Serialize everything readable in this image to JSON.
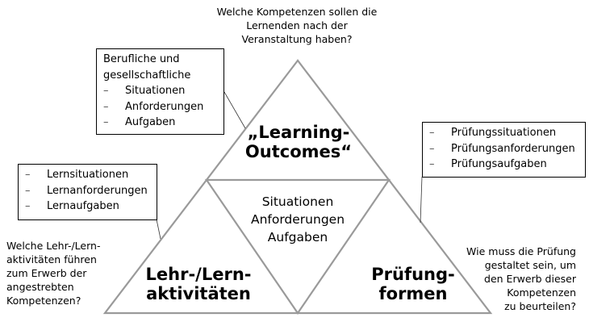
{
  "diagram": {
    "type": "triangle-model",
    "colors": {
      "triangle_stroke": "#9a9a9a",
      "box_border": "#000000",
      "connector": "#333333",
      "text": "#000000"
    },
    "top_question": {
      "lines": [
        "Welche Kompetenzen sollen die",
        "Lernenden nach der",
        "Veranstaltung haben?"
      ]
    },
    "left_question": {
      "lines": [
        "Welche Lehr-/Lern-",
        "aktivitäten führen",
        "zum Erwerb der",
        "angestrebten",
        "Kompetenzen?"
      ]
    },
    "right_question": {
      "lines": [
        "Wie muss die Prüfung",
        "gestaltet sein, um",
        "den Erwerb dieser",
        "Kompetenzen",
        "zu beurteilen?"
      ]
    },
    "box_outcomes": {
      "heading": [
        "Berufliche und",
        "gesellschaftliche"
      ],
      "bullet": "–",
      "items": [
        "Situationen",
        "Anforderungen",
        "Aufgaben"
      ]
    },
    "box_pruefung": {
      "bullet": "–",
      "items": [
        "Prüfungssituationen",
        "Prüfungsanforderungen",
        "Prüfungsaufgaben"
      ]
    },
    "box_lehr": {
      "bullet": "–",
      "items": [
        "Lernsituationen",
        "Lernanforderungen",
        "Lernaufgaben"
      ]
    },
    "triangle_top_label": [
      "„Learning-",
      "Outcomes“"
    ],
    "triangle_left_label": [
      "Lehr-/Lern-",
      "aktivitäten"
    ],
    "triangle_right_label": [
      "Prüfung-",
      "formen"
    ],
    "triangle_center_label": [
      "Situationen",
      "Anforderungen",
      "Aufgaben"
    ]
  }
}
